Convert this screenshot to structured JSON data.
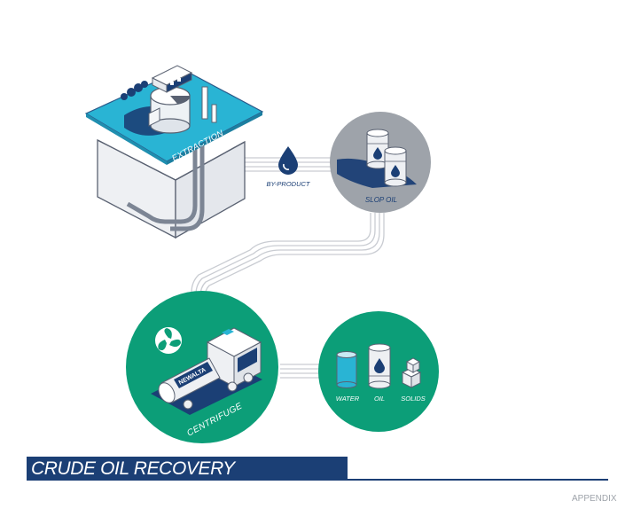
{
  "title": "CRUDE OIL RECOVERY",
  "footer": "APPENDIX",
  "stages": {
    "extraction": "EXTRACTION",
    "by_product": "BY-PRODUCT",
    "slop_oil": "SLOP OIL",
    "centrifuge": "CENTRIFUGE",
    "truck_brand": "NEWALTA",
    "outputs": [
      "WATER",
      "OIL",
      "SOLIDS"
    ]
  },
  "colors": {
    "navy": "#1b3f75",
    "teal": "#0c9e78",
    "cyan": "#29b4d4",
    "gray": "#9ea3aa",
    "outline": "#5a6272"
  }
}
